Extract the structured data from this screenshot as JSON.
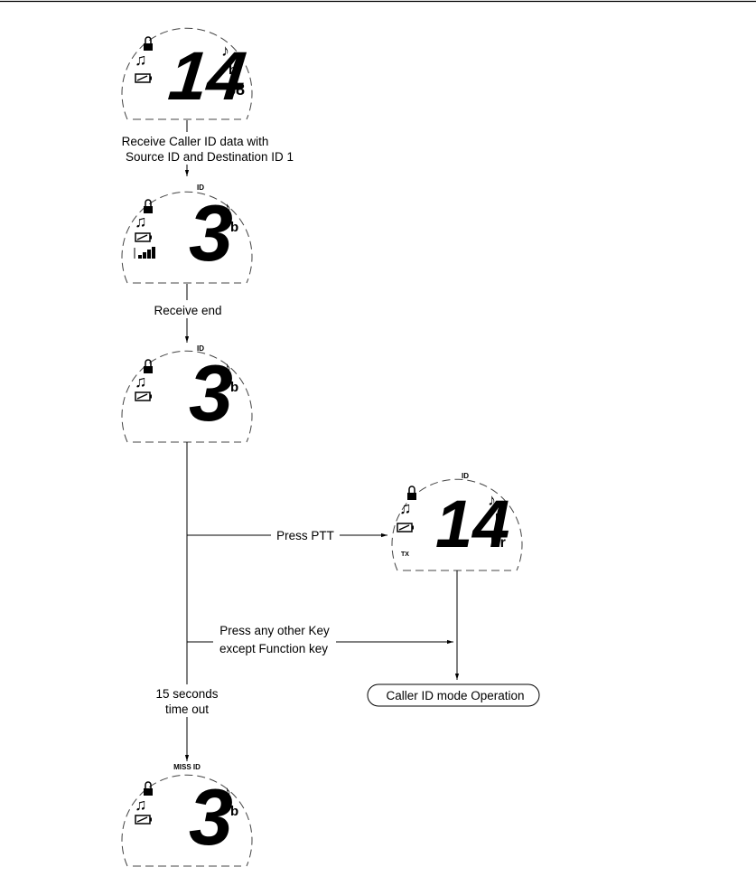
{
  "displays": [
    {
      "id": "lcd1",
      "main_digits": "14",
      "sub_text": "38",
      "top_text": "",
      "tx_text": ""
    },
    {
      "id": "lcd2",
      "main_digits": "3",
      "sub_text": "",
      "top_text": "ID",
      "tx_text": ""
    },
    {
      "id": "lcd3",
      "main_digits": "3",
      "sub_text": "",
      "top_text": "ID",
      "tx_text": ""
    },
    {
      "id": "lcd4",
      "main_digits": "14",
      "sub_text": "Pr",
      "top_text": "ID",
      "tx_text": "TX"
    },
    {
      "id": "lcd5",
      "main_digits": "3",
      "sub_text": "",
      "top_text": "MISS ID",
      "tx_text": ""
    }
  ],
  "labels": {
    "receive_caller_id_line1": "Receive Caller ID data with",
    "receive_caller_id_line2": "Source ID and Destination ID 1",
    "receive_end": "Receive end",
    "press_ptt": "Press PTT",
    "press_other_key_line1": "Press any other Key",
    "press_other_key_line2": "except Function key",
    "timeout_line1": "15 seconds",
    "timeout_line2": "time out",
    "caller_id_mode": "Caller ID mode Operation"
  },
  "icons": {
    "lock": "lock-icon",
    "music": "music-note-icon",
    "battery": "battery-icon",
    "note": "note-icon",
    "vibrate": "vibrate-icon",
    "signal": "signal-strength-icon"
  }
}
